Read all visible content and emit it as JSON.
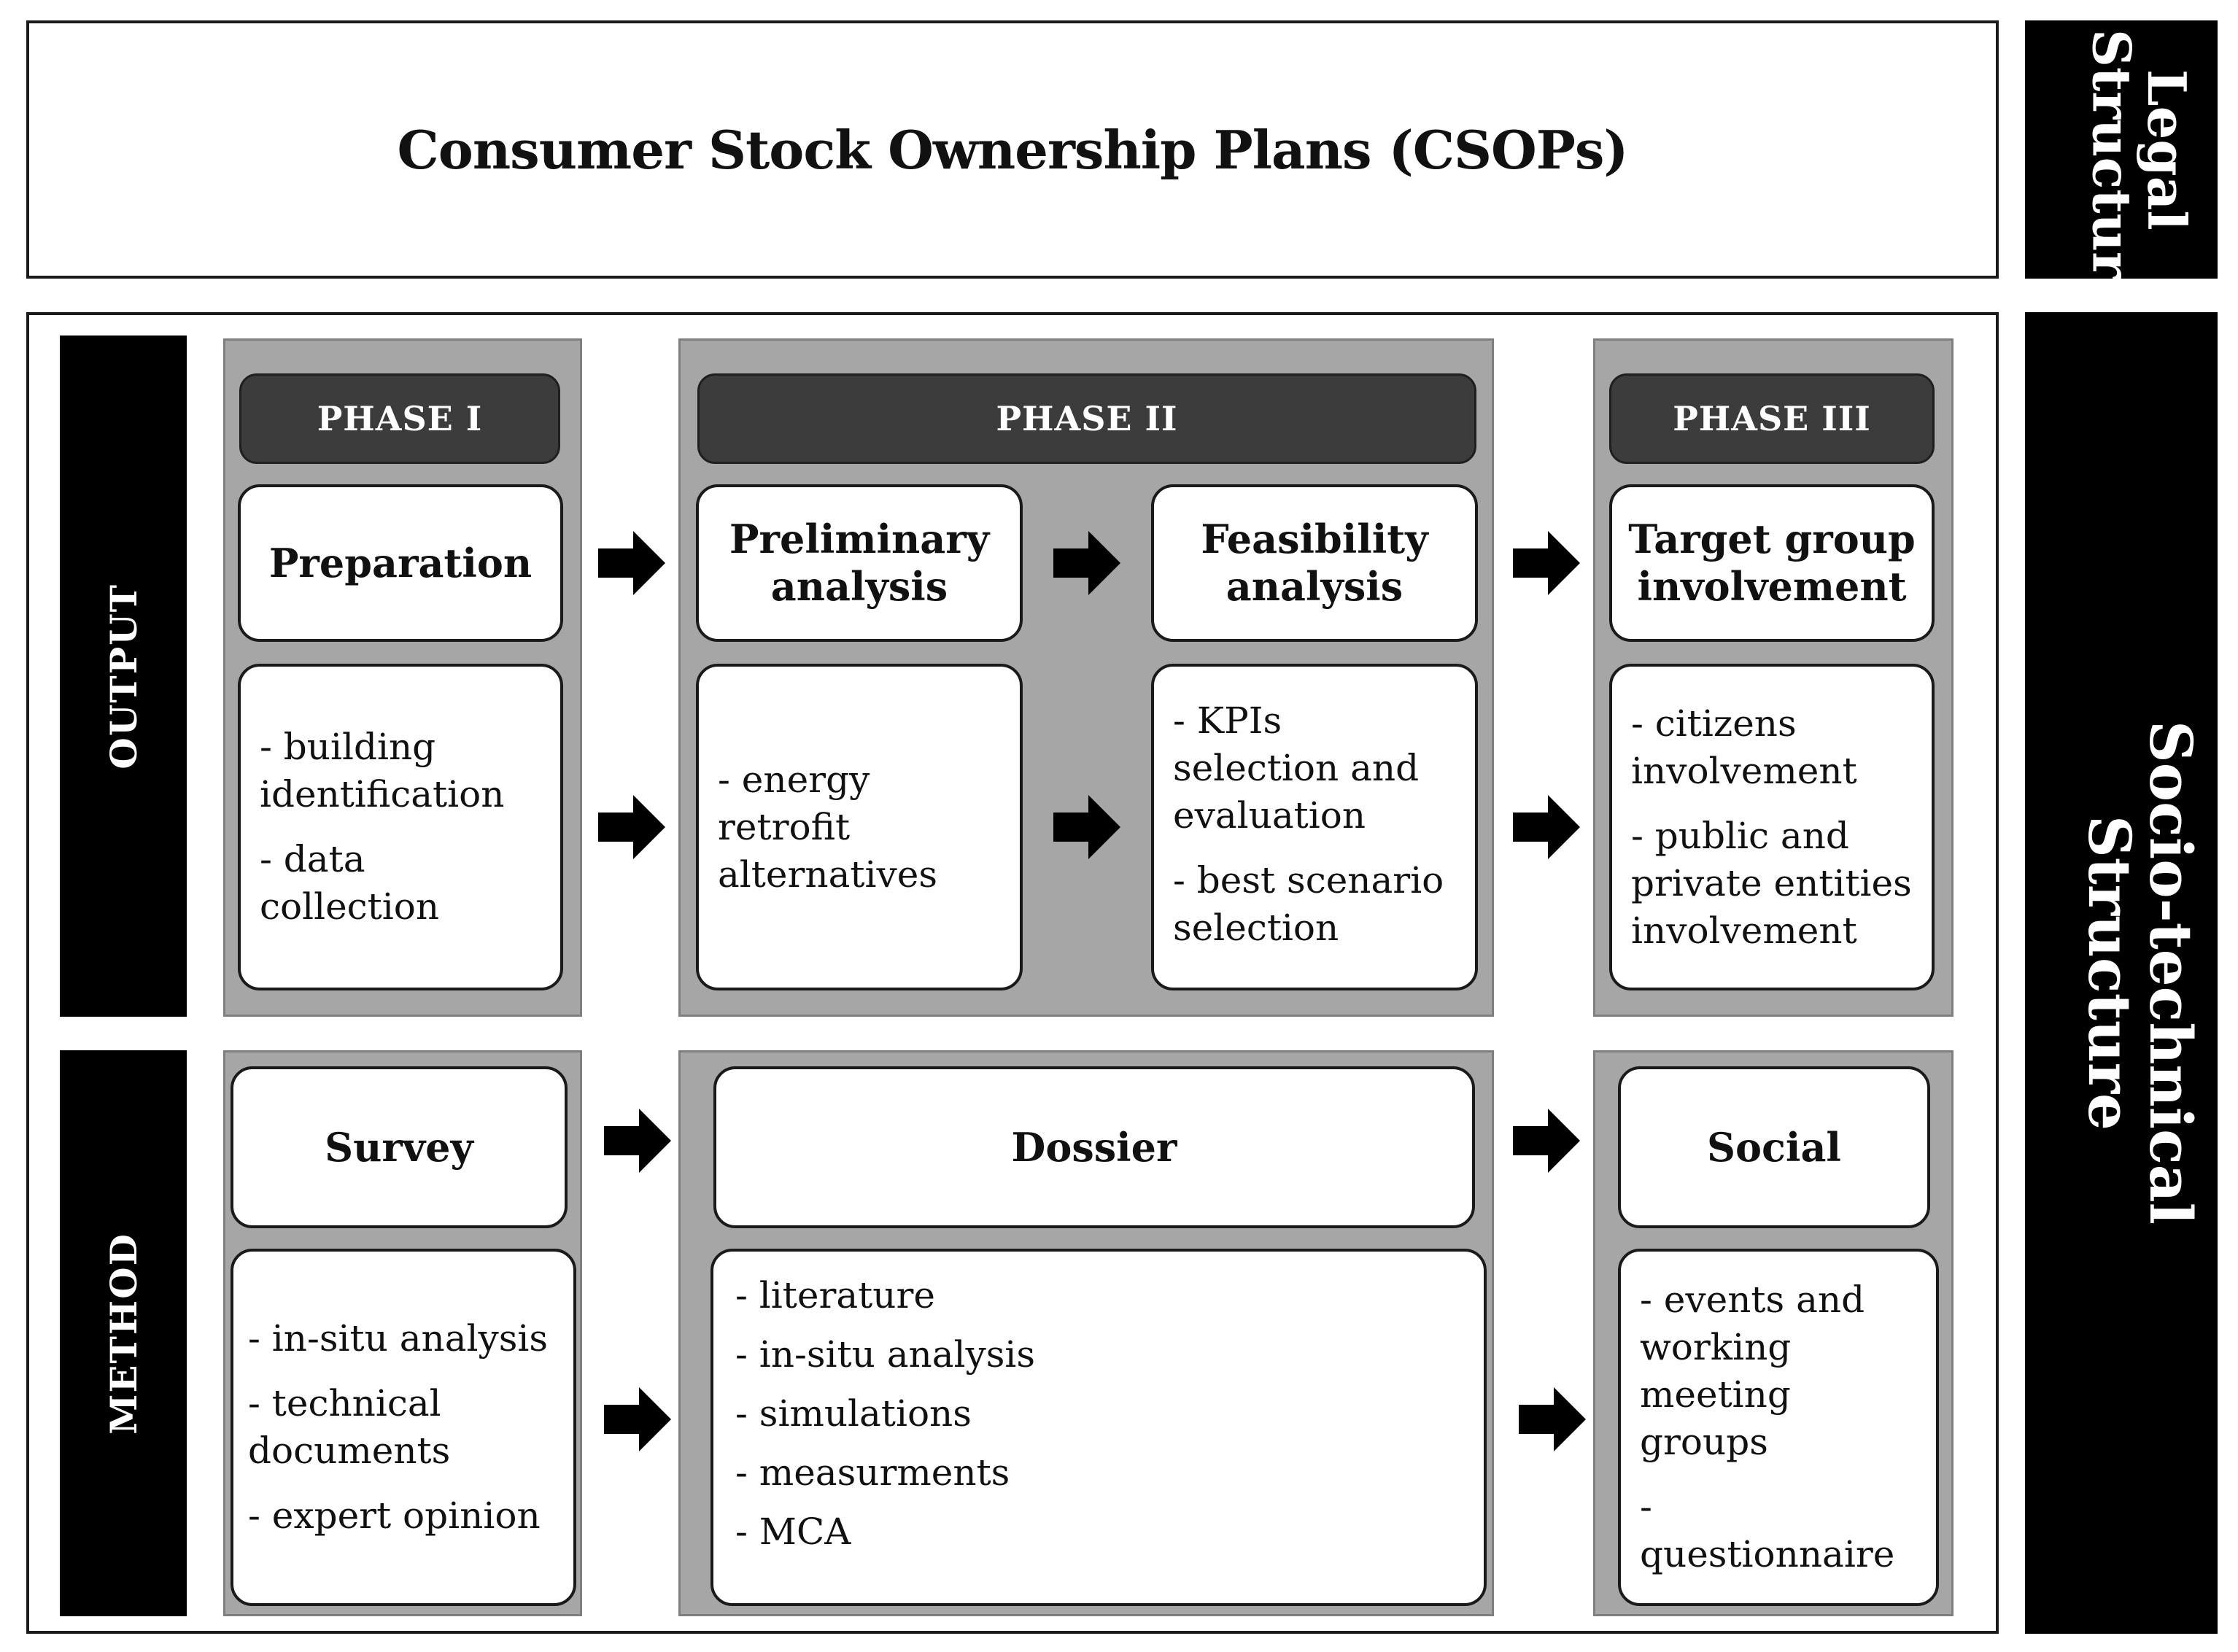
{
  "title": "Consumer Stock Ownership Plans (CSOPs)",
  "side_labels": {
    "legal": "Legal Structure",
    "socio": "Socio-technical Structure"
  },
  "row_labels": {
    "output": "OUTPUT",
    "method": "METHOD"
  },
  "phases": {
    "p1": "PHASE I",
    "p2": "PHASE II",
    "p3": "PHASE III"
  },
  "output": {
    "preparation": {
      "title": "Preparation",
      "items": [
        "- building identification",
        "- data collection"
      ]
    },
    "preliminary": {
      "title": "Preliminary analysis",
      "items": [
        "- energy retrofit alternatives"
      ]
    },
    "feasibility": {
      "title": "Feasibility analysis",
      "items": [
        "- KPIs selection and evaluation",
        "- best scenario selection"
      ]
    },
    "target": {
      "title": "Target group involvement",
      "items": [
        "- citizens involvement",
        "- public and private entities involvement"
      ]
    }
  },
  "method": {
    "survey": {
      "title": "Survey",
      "items": [
        "- in-situ analysis",
        "- technical documents",
        "- expert opinion"
      ]
    },
    "dossier": {
      "title": "Dossier",
      "items": [
        "- literature",
        "- in-situ analysis",
        "- simulations",
        "- measurments",
        "- MCA"
      ]
    },
    "social": {
      "title": "Social",
      "items": [
        "- events and working meeting groups",
        "- questionnaire"
      ]
    }
  }
}
